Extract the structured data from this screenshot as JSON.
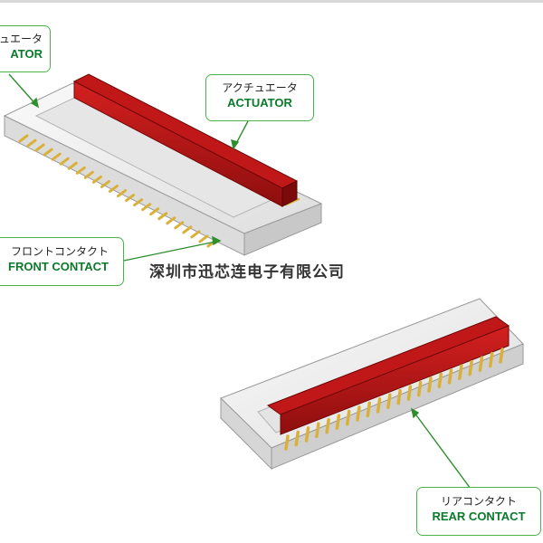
{
  "labels": {
    "actuator_left": {
      "jp": "ュエータ",
      "en": "ATOR"
    },
    "actuator": {
      "jp": "アクチュエータ",
      "en": "ACTUATOR"
    },
    "front_contact": {
      "jp": "フロントコンタクト",
      "en": "FRONT CONTACT"
    },
    "rear_contact": {
      "jp": "リアコンタクト",
      "en": "REAR CONTACT"
    }
  },
  "watermark": "深圳市迅芯连电子有限公司",
  "colors": {
    "actuator": "#b01313",
    "actuator_dark": "#7c0a0a",
    "housing_light": "#f2f2f2",
    "housing_shade": "#d2d2d2",
    "contact_gold": "#d9b13a",
    "callout_border": "#4cb34c",
    "callout_text": "#0a7a2a"
  },
  "front_connector_pin_count": 24,
  "rear_connector_pin_count": 22
}
